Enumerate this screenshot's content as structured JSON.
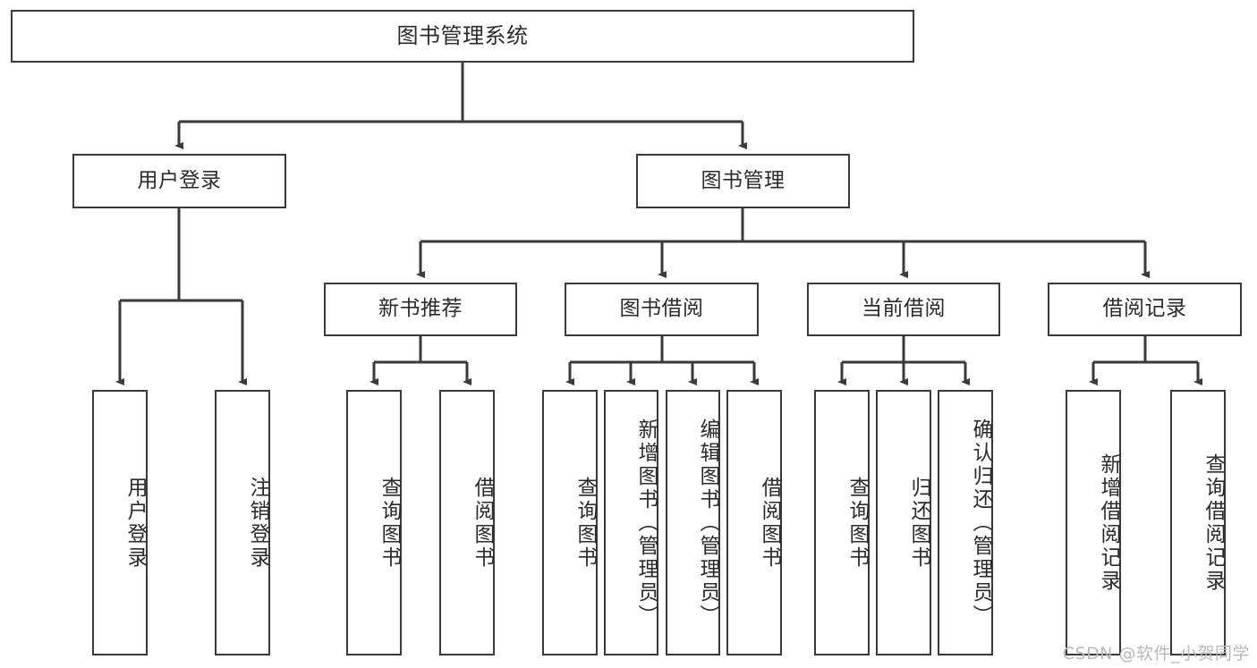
{
  "diagram": {
    "title": "图书管理系统",
    "type": "function-structure-tree",
    "watermark": "CSDN @软件_小贺同学",
    "colors": {
      "stroke": "#3a3a3a",
      "text": "#2b2b2b",
      "background": "#ffffff",
      "watermark": "#b9b9b9"
    },
    "root": {
      "label": "图书管理系统"
    },
    "level2": [
      {
        "label": "用户登录"
      },
      {
        "label": "图书管理"
      }
    ],
    "level3": [
      {
        "label": "新书推荐"
      },
      {
        "label": "图书借阅"
      },
      {
        "label": "当前借阅"
      },
      {
        "label": "借阅记录"
      }
    ],
    "leaves": {
      "user_login": [
        {
          "label": "用户登录"
        },
        {
          "label": "注销登录"
        }
      ],
      "new_book_recommend": [
        {
          "label": "查询图书"
        },
        {
          "label": "借阅图书"
        }
      ],
      "book_borrow": [
        {
          "label": "查询图书"
        },
        {
          "label": "新增图书（管理员）"
        },
        {
          "label": "编辑图书（管理员）"
        },
        {
          "label": "借阅图书"
        }
      ],
      "current_borrow": [
        {
          "label": "查询图书"
        },
        {
          "label": "归还图书"
        },
        {
          "label": "确认归还（管理员）"
        }
      ],
      "borrow_record": [
        {
          "label": "新增借阅记录"
        },
        {
          "label": "查询借阅记录"
        }
      ]
    }
  }
}
